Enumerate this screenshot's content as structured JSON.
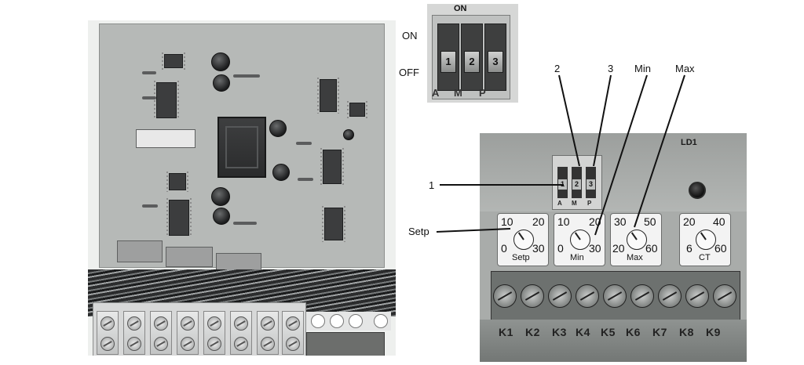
{
  "switch_inset": {
    "on_label": "ON",
    "off_label": "OFF",
    "header": "ON",
    "positions": [
      "1",
      "2",
      "3"
    ],
    "letters": [
      "A",
      "M",
      "P"
    ]
  },
  "callouts": {
    "switch_2": "2",
    "switch_3": "3",
    "min": "Min",
    "max": "Max",
    "switch_1": "1",
    "setp": "Setp"
  },
  "panel": {
    "led_label": "LD1",
    "small_switch": {
      "numbers": [
        "1",
        "2",
        "3"
      ],
      "letters": [
        "A",
        "M",
        "P"
      ]
    },
    "pots": [
      {
        "top_left": "10",
        "top_right": "20",
        "bottom_left": "0",
        "bottom_right": "30",
        "name": "Setp"
      },
      {
        "top_left": "10",
        "top_right": "20",
        "bottom_left": "0",
        "bottom_right": "30",
        "name": "Min"
      },
      {
        "top_left": "30",
        "top_right": "50",
        "bottom_left": "20",
        "bottom_right": "60",
        "name": "Max"
      },
      {
        "top_left": "20",
        "top_right": "40",
        "bottom_left": "6",
        "bottom_right": "60",
        "name": "CT"
      }
    ],
    "terminals": [
      "K1",
      "K2",
      "K3",
      "K4",
      "K5",
      "K6",
      "K7",
      "K8",
      "K9"
    ]
  }
}
